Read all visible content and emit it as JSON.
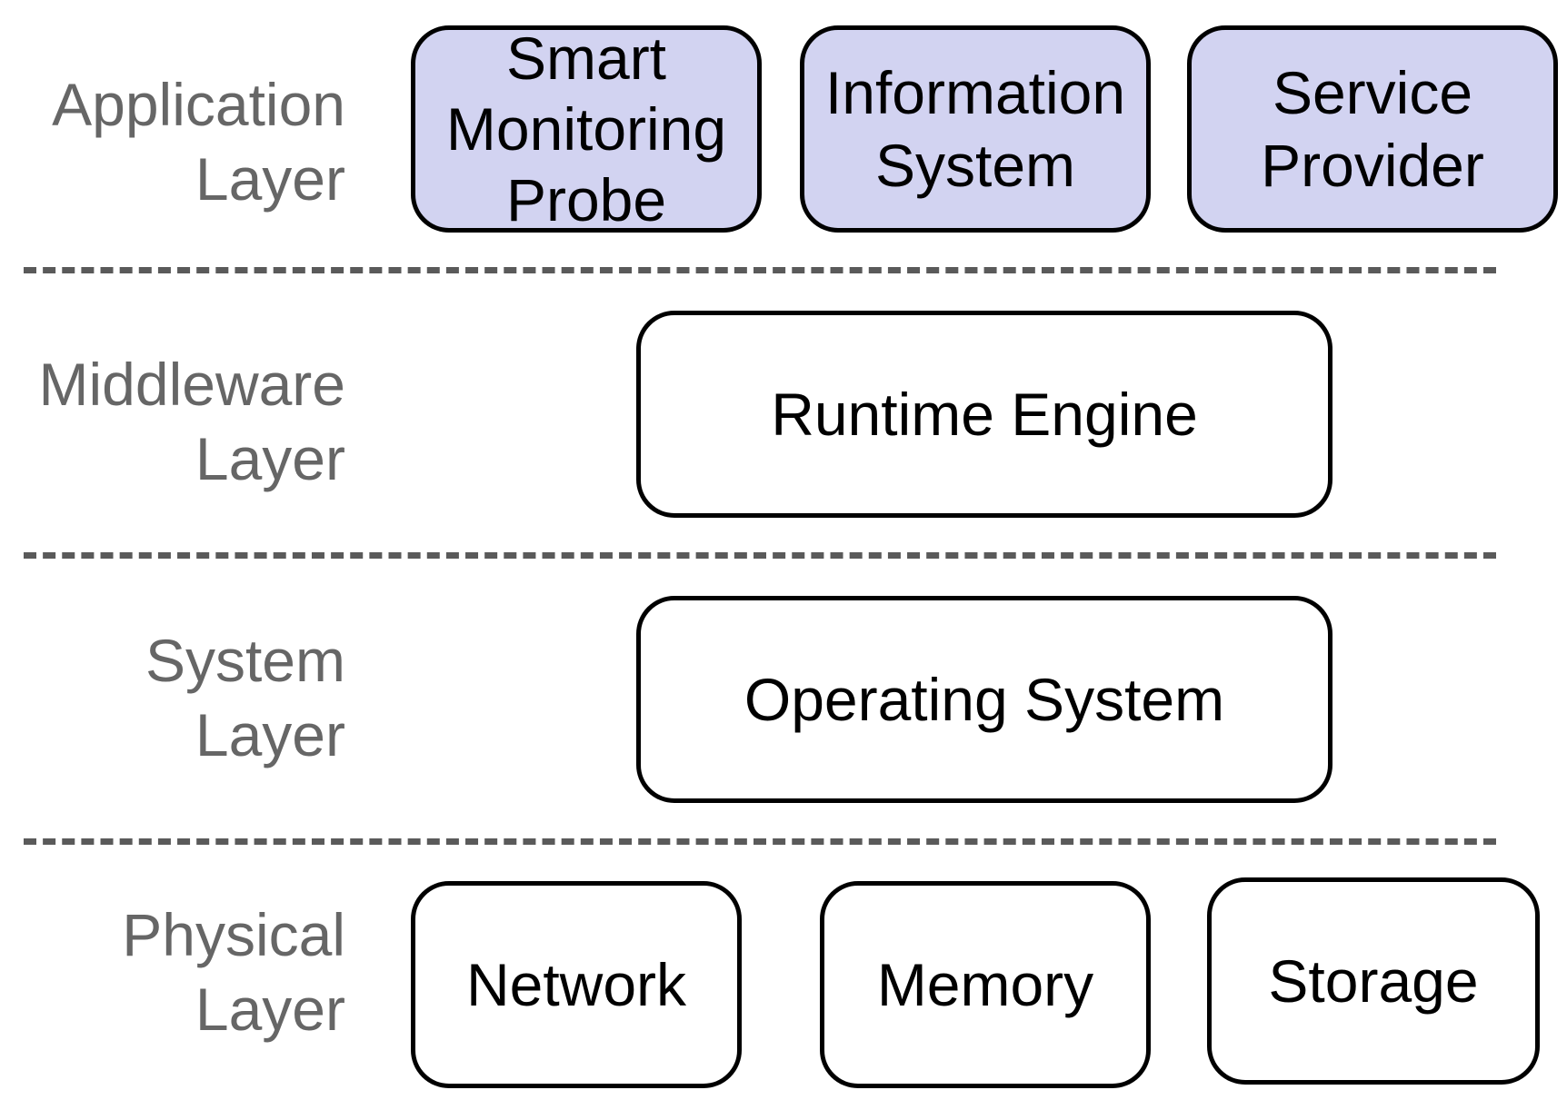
{
  "colors": {
    "application_fill": "#d2d3f1",
    "box_border": "#000000",
    "label_text": "#666666",
    "divider": "#5a5a5a"
  },
  "layers": {
    "application": {
      "label_line1": "Application",
      "label_line2": "Layer",
      "boxes": [
        {
          "lines": [
            "Smart",
            "Monitoring",
            "Probe"
          ]
        },
        {
          "lines": [
            "Information",
            "System"
          ]
        },
        {
          "lines": [
            "Service",
            "Provider"
          ]
        }
      ]
    },
    "middleware": {
      "label_line1": "Middleware",
      "label_line2": "Layer",
      "boxes": [
        {
          "lines": [
            "Runtime Engine"
          ]
        }
      ]
    },
    "system": {
      "label_line1": "System",
      "label_line2": "Layer",
      "boxes": [
        {
          "lines": [
            "Operating System"
          ]
        }
      ]
    },
    "physical": {
      "label_line1": "Physical",
      "label_line2": "Layer",
      "boxes": [
        {
          "lines": [
            "Network"
          ]
        },
        {
          "lines": [
            "Memory"
          ]
        },
        {
          "lines": [
            "Storage"
          ]
        }
      ]
    }
  }
}
